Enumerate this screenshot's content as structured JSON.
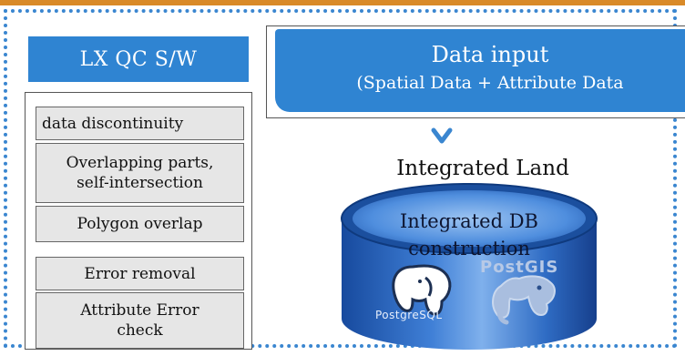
{
  "left": {
    "title": "LX QC S/W",
    "checks": [
      "data discontinuity",
      "Overlapping parts,\nself-intersection",
      "Polygon overlap",
      "Error removal",
      "Attribute Error\ncheck"
    ]
  },
  "input": {
    "title": "Data input",
    "subtitle": "(Spatial Data + Attribute Data"
  },
  "db": {
    "title": "Integrated Land",
    "label": "Integrated DB\nconstruction",
    "postgres_logo_text": "PostgreSQL",
    "postgis_logo_text": "PostGIS"
  },
  "colors": {
    "accent_blue": "#2f84d2",
    "dotted_border": "#3a86d0",
    "top_strip": "#d98a28",
    "cylinder_dark": "#1e58b7",
    "cylinder_light": "#6aa0e3"
  }
}
